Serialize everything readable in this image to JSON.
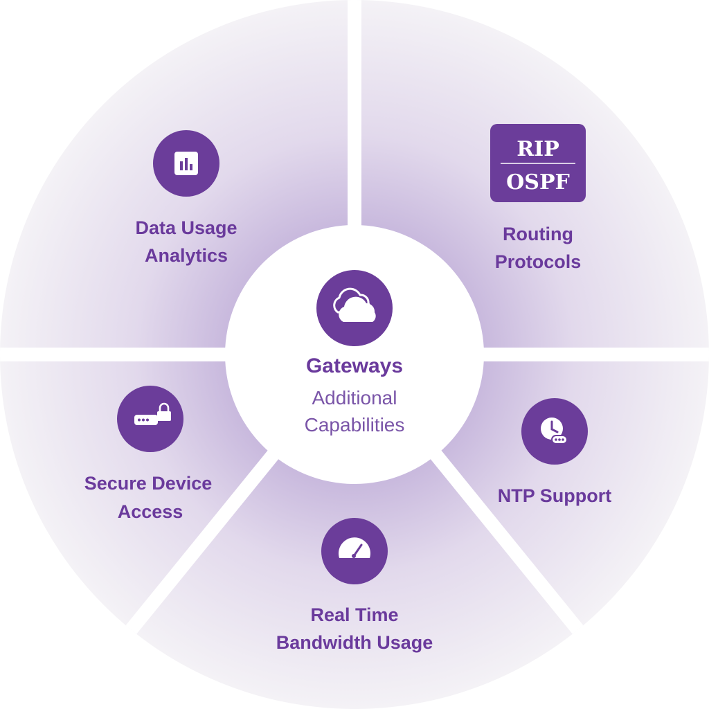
{
  "center": {
    "title": "Gateways",
    "subtitle_line1": "Additional",
    "subtitle_line2": "Capabilities",
    "icon": "cloud-icon"
  },
  "segments": [
    {
      "id": "data-usage-analytics",
      "line1": "Data Usage",
      "line2": "Analytics",
      "icon": "bar-chart-icon"
    },
    {
      "id": "routing-protocols",
      "line1": "Routing",
      "line2": "Protocols",
      "icon": "rip-ospf-badge",
      "badge_top": "RIP",
      "badge_bottom": "OSPF"
    },
    {
      "id": "ntp-support",
      "line1": "NTP Support",
      "line2": "",
      "icon": "clock-icon"
    },
    {
      "id": "real-time-bandwidth-usage",
      "line1": "Real Time",
      "line2": "Bandwidth Usage",
      "icon": "speedometer-icon"
    },
    {
      "id": "secure-device-access",
      "line1": "Secure Device",
      "line2": "Access",
      "icon": "device-lock-icon"
    }
  ],
  "colors": {
    "accent": "#6b3d9a",
    "text": "#6a3a9c",
    "segment_light": "#f4f2f6",
    "segment_dark": "#c6b6dc",
    "separator": "#ffffff"
  }
}
